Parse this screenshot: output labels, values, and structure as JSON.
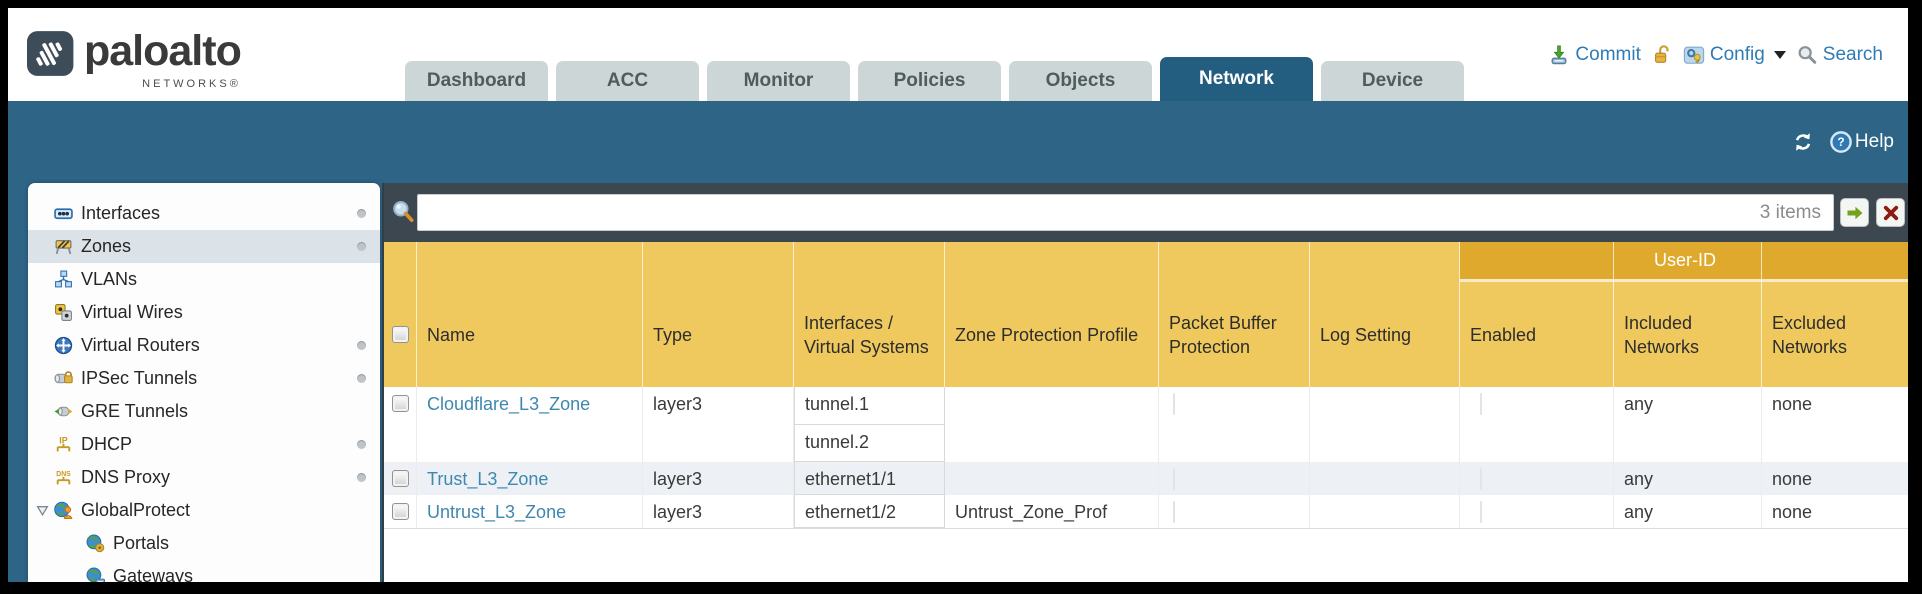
{
  "brand": {
    "wordmark": "paloalto",
    "subtext": "NETWORKS®"
  },
  "nav_tabs": [
    {
      "label": "Dashboard",
      "active": false
    },
    {
      "label": "ACC",
      "active": false
    },
    {
      "label": "Monitor",
      "active": false
    },
    {
      "label": "Policies",
      "active": false
    },
    {
      "label": "Objects",
      "active": false
    },
    {
      "label": "Network",
      "active": true
    },
    {
      "label": "Device",
      "active": false
    }
  ],
  "top_actions": {
    "commit_label": "Commit",
    "config_label": "Config",
    "search_label": "Search"
  },
  "band": {
    "help_label": "Help"
  },
  "filter": {
    "value": "",
    "items_count": "3 items"
  },
  "sidebar": {
    "items": [
      {
        "label": "Interfaces",
        "icon": "interfaces-icon",
        "dot": true,
        "selected": false,
        "indent": 0
      },
      {
        "label": "Zones",
        "icon": "zones-icon",
        "dot": true,
        "selected": true,
        "indent": 0
      },
      {
        "label": "VLANs",
        "icon": "vlans-icon",
        "dot": false,
        "selected": false,
        "indent": 0
      },
      {
        "label": "Virtual Wires",
        "icon": "virtual-wires-icon",
        "dot": false,
        "selected": false,
        "indent": 0
      },
      {
        "label": "Virtual Routers",
        "icon": "virtual-routers-icon",
        "dot": true,
        "selected": false,
        "indent": 0
      },
      {
        "label": "IPSec Tunnels",
        "icon": "ipsec-tunnels-icon",
        "dot": true,
        "selected": false,
        "indent": 0
      },
      {
        "label": "GRE Tunnels",
        "icon": "gre-tunnels-icon",
        "dot": false,
        "selected": false,
        "indent": 0
      },
      {
        "label": "DHCP",
        "icon": "dhcp-icon",
        "dot": true,
        "selected": false,
        "indent": 0
      },
      {
        "label": "DNS Proxy",
        "icon": "dns-proxy-icon",
        "dot": true,
        "selected": false,
        "indent": 0
      },
      {
        "label": "GlobalProtect",
        "icon": "globalprotect-icon",
        "dot": false,
        "selected": false,
        "indent": 0,
        "expander": true
      },
      {
        "label": "Portals",
        "icon": "portals-icon",
        "dot": false,
        "selected": false,
        "indent": 1
      },
      {
        "label": "Gateways",
        "icon": "gateways-icon",
        "dot": false,
        "selected": false,
        "indent": 1
      }
    ]
  },
  "table": {
    "group_header": "User-ID",
    "columns": [
      "Name",
      "Type",
      "Interfaces / Virtual Systems",
      "Zone Protection Profile",
      "Packet Buffer Protection",
      "Log Setting",
      "Enabled",
      "Included Networks",
      "Excluded Networks"
    ],
    "rows": [
      {
        "name": "Cloudflare_L3_Zone",
        "type": "layer3",
        "interfaces": [
          "tunnel.1",
          "tunnel.2"
        ],
        "zone_protection_profile": "",
        "packet_buffer_protection_checked": false,
        "log_setting": "",
        "user_id_enabled_checked": false,
        "included_networks": "any",
        "excluded_networks": "none"
      },
      {
        "name": "Trust_L3_Zone",
        "type": "layer3",
        "interfaces": [
          "ethernet1/1"
        ],
        "zone_protection_profile": "",
        "packet_buffer_protection_checked": false,
        "log_setting": "",
        "user_id_enabled_checked": false,
        "included_networks": "any",
        "excluded_networks": "none"
      },
      {
        "name": "Untrust_L3_Zone",
        "type": "layer3",
        "interfaces": [
          "ethernet1/2"
        ],
        "zone_protection_profile": "Untrust_Zone_Prof",
        "packet_buffer_protection_checked": false,
        "log_setting": "",
        "user_id_enabled_checked": false,
        "included_networks": "any",
        "excluded_networks": "none"
      }
    ]
  },
  "colors": {
    "teal_band": "#2e6486",
    "active_tab": "#235e80",
    "tab_gray": "#ccd6d6",
    "header_yellow": "#f0c95e",
    "user_id_gold": "#dfa92d",
    "slate_strip": "#3d474f",
    "link_blue": "#3e87ae",
    "alt_row": "#edf1f5"
  }
}
